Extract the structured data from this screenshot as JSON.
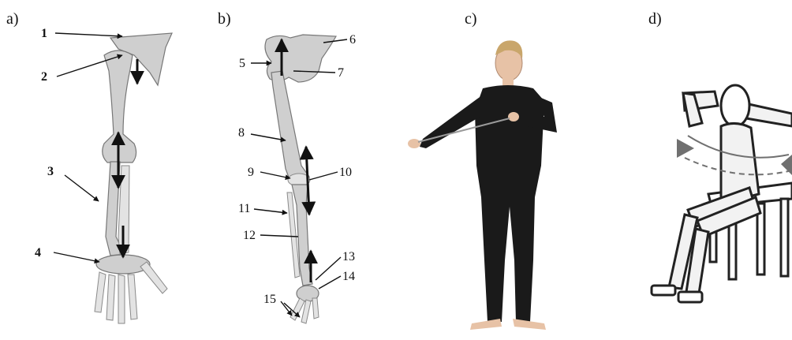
{
  "panels": [
    {
      "label": "a)"
    },
    {
      "label": "b)"
    },
    {
      "label": "c)"
    },
    {
      "label": "d)"
    }
  ],
  "labels_a": [
    "1",
    "2",
    "3",
    "4"
  ],
  "labels_b": [
    "5",
    "6",
    "7",
    "8",
    "9",
    "10",
    "11",
    "12",
    "13",
    "14",
    "15"
  ],
  "colors": {
    "bone": "#cfcfcf",
    "suit": "#1a1a1a",
    "skin": "#e7c2a6",
    "hair": "#c9a66b",
    "motion_arrow": "#707070"
  }
}
